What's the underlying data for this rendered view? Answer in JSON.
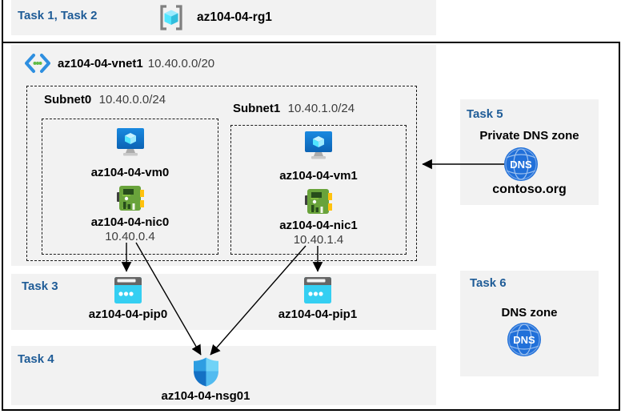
{
  "colors": {
    "task_label_blue": "#1f5c97",
    "panel_bg": "#f2f2f2",
    "muted_text": "#3d3d3d",
    "frame_border": "#000000",
    "vm_blue": "#1177d0",
    "cube_cyan": "#50e6ff",
    "nic_green": "#69a33b",
    "pip_cyan": "#35cff2",
    "dns_blue": "#2170d9",
    "shield_blues": [
      "#2e9ee2",
      "#71d3f7",
      "#1470c4",
      "#52bbf0"
    ]
  },
  "icons": {
    "dns_label": "DNS"
  },
  "header": {
    "tasks_label": "Task 1, Task 2",
    "resource_group": "az104-04-rg1"
  },
  "vnet": {
    "name": "az104-04-vnet1",
    "cidr": "10.40.0.0/20",
    "subnets": [
      {
        "name": "Subnet0",
        "cidr": "10.40.0.0/24",
        "vm": {
          "name": "az104-04-vm0"
        },
        "nic": {
          "name": "az104-04-nic0",
          "ip": "10.40.0.4"
        }
      },
      {
        "name": "Subnet1",
        "cidr": "10.40.1.0/24",
        "vm": {
          "name": "az104-04-vm1"
        },
        "nic": {
          "name": "az104-04-nic1",
          "ip": "10.40.1.4"
        }
      }
    ]
  },
  "task3": {
    "label": "Task 3",
    "pips": [
      {
        "name": "az104-04-pip0"
      },
      {
        "name": "az104-04-pip1"
      }
    ]
  },
  "task4": {
    "label": "Task 4",
    "nsg": {
      "name": "az104-04-nsg01"
    }
  },
  "task5": {
    "label": "Task 5",
    "title": "Private DNS zone",
    "zone": "contoso.org"
  },
  "task6": {
    "label": "Task 6",
    "title": "DNS zone"
  }
}
